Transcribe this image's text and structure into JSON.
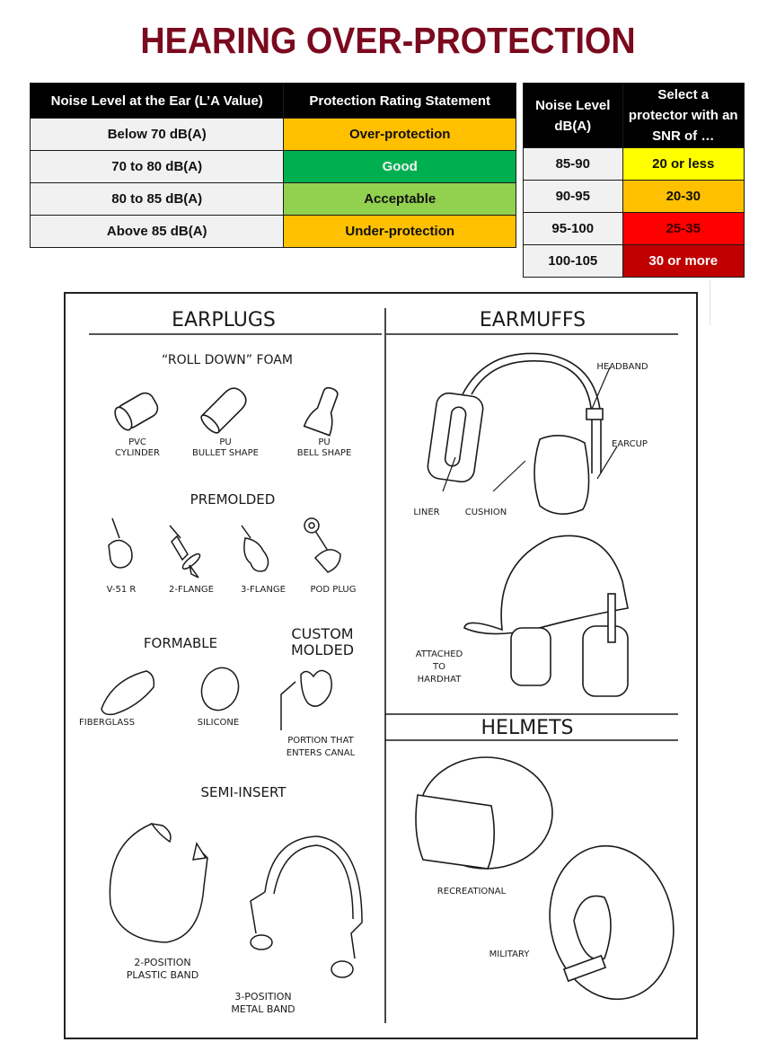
{
  "title": "HEARING OVER-PROTECTION",
  "colors": {
    "title": "#7b0a1e",
    "header_bg": "#000000",
    "label_bg": "#f1f1f1",
    "over_protection": "#ffc000",
    "good": "#00b050",
    "acceptable": "#92d050",
    "under_protection": "#ffc000",
    "snr_yellow": "#ffff00",
    "snr_orange": "#ffc000",
    "snr_red": "#ff0000",
    "snr_darkred": "#c00000"
  },
  "rating_table": {
    "headers": [
      "Noise Level at the Ear (L’A Value)",
      "Protection Rating Statement"
    ],
    "rows": [
      {
        "level": "Below 70 dB(A)",
        "rating": "Over-protection"
      },
      {
        "level": "70 to 80 dB(A)",
        "rating": "Good"
      },
      {
        "level": "80 to 85 dB(A)",
        "rating": "Acceptable"
      },
      {
        "level": "Above 85 dB(A)",
        "rating": "Under-protection"
      }
    ]
  },
  "snr_table": {
    "headers": [
      "Noise Level dB(A)",
      "Select a protector with an SNR of …"
    ],
    "rows": [
      {
        "level": "85-90",
        "snr": "20 or less"
      },
      {
        "level": "90-95",
        "snr": "20-30"
      },
      {
        "level": "95-100",
        "snr": "25-35"
      },
      {
        "level": "100-105",
        "snr": "30 or more"
      }
    ]
  },
  "illustration": {
    "sections": {
      "earplugs": "EARPLUGS",
      "earmuffs": "EARMUFFS",
      "helmets": "HELMETS"
    },
    "rolldown_foam": {
      "heading": "“ROLL DOWN” FOAM",
      "items": [
        {
          "line1": "PVC",
          "line2": "CYLINDER"
        },
        {
          "line1": "PU",
          "line2": "BULLET SHAPE"
        },
        {
          "line1": "PU",
          "line2": "BELL SHAPE"
        }
      ]
    },
    "premolded": {
      "heading": "PREMOLDED",
      "items": [
        "V-51 R",
        "2-FLANGE",
        "3-FLANGE",
        "POD PLUG"
      ]
    },
    "formable": {
      "heading": "FORMABLE",
      "items": [
        "FIBERGLASS",
        "SILICONE"
      ]
    },
    "custom_molded": {
      "heading_line1": "CUSTOM",
      "heading_line2": "MOLDED",
      "note_line1": "PORTION THAT",
      "note_line2": "ENTERS CANAL"
    },
    "semi_insert": {
      "heading": "SEMI-INSERT",
      "items": [
        {
          "line1": "2-POSITION",
          "line2": "PLASTIC BAND"
        },
        {
          "line1": "3-POSITION",
          "line2": "METAL BAND"
        }
      ]
    },
    "earmuff_labels": {
      "headband": "HEADBAND",
      "earcup": "EARCUP",
      "liner": "LINER",
      "cushion": "CUSHION",
      "hardhat_line1": "ATTACHED",
      "hardhat_line2": "TO",
      "hardhat_line3": "HARDHAT"
    },
    "helmet_labels": {
      "recreational": "RECREATIONAL",
      "military": "MILITARY"
    }
  }
}
